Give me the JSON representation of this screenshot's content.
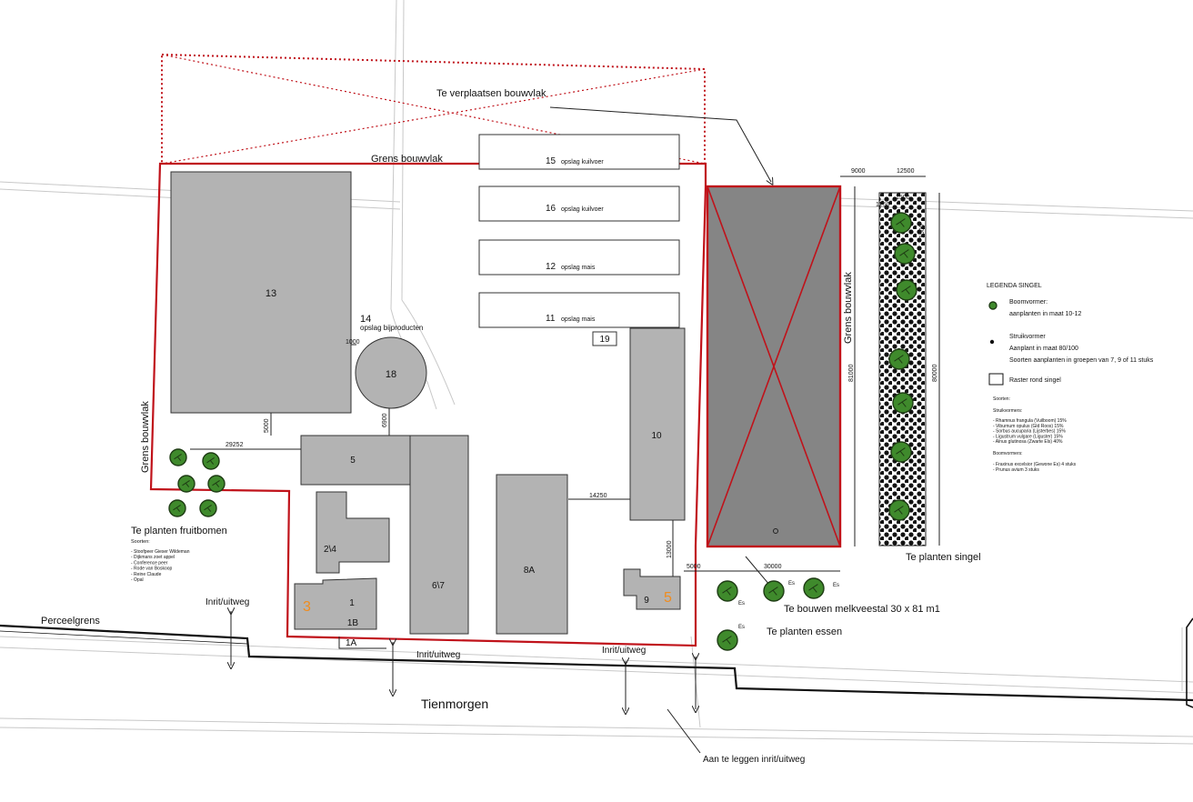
{
  "labels": {
    "move_area": "Te verplaatsen bouwvlak",
    "border_top": "Grens bouwvlak",
    "border_left": "Grens bouwvlak",
    "border_right": "Grens bouwvlak",
    "perceelgrens": "Perceelgrens",
    "street": "Tienmorgen",
    "drive_1": "Inrit/uitweg",
    "drive_2": "Inrit/uitweg",
    "drive_3": "Inrit/uitweg",
    "new_drive": "Aan te leggen inrit/uitweg",
    "new_barn": "Te bouwen melkveestal 30 x 81 m1",
    "essen": "Te planten essen",
    "singel": "Te planten singel",
    "fruit_title": "Te planten fruitbomen"
  },
  "buildings": {
    "b13": "13",
    "b14": "14",
    "b14_sub": "opslag bijproducten",
    "b18": "18",
    "b5": "5",
    "b10": "10",
    "b2_4": "2\\4",
    "b6_7": "6\\7",
    "b8a": "8A",
    "b1": "1",
    "b1b": "1B",
    "b1a": "1A",
    "b9": "9",
    "b19": "19",
    "num3": "3",
    "num5": "5",
    "s15": "15",
    "s15_sub": "opslag kuilvoer",
    "s16": "16",
    "s16_sub": "opslag kuilvoer",
    "s12": "12",
    "s12_sub": "opslag mais",
    "s11": "11",
    "s11_sub": "opslag mais"
  },
  "dimensions": {
    "d1000": "1000",
    "d5000": "5000",
    "d6900": "6900",
    "d29252": "29252",
    "d14250": "14250",
    "d13000": "13000",
    "d5000b": "5000",
    "d30000": "30000",
    "d81000": "81000",
    "d9000": "9000",
    "d12500": "12500",
    "d1500a": "1500",
    "d1250": "1250",
    "d1500b": "1500",
    "d80000": "80000"
  },
  "tree_codes": {
    "es1": "Es",
    "es2": "Es",
    "es3": "Es",
    "es4": "Es"
  },
  "fruit_list": {
    "heading": "Soorten:",
    "items": [
      "- Stoofpeer Gieser Wildeman",
      "- Dijkmans zoet appel",
      "- Conference peer",
      "- Rode van Boskoop",
      "- Reine Claude",
      "- Opal"
    ]
  },
  "legend": {
    "title": "LEGENDA SINGEL",
    "boom_title": "Boomvormer:",
    "boom_desc": "aanplanten in maat 10-12",
    "struik_title": "Struikvormer",
    "struik_desc1": "Aanplant in maat 80/100",
    "struik_desc2": "Soorten aanplanten in groepen van 7, 9 of 11 stuks",
    "raster": "Raster rond singel",
    "soorten": "Soorten:",
    "struik_heading": "Struikvormers:",
    "struik_items": [
      "- Rhamnus frangula (Vuilboom) 15%",
      "- Viburnum opulus (Gld Roos) 15%",
      "- Sorbus aucuparia (Lijsterbes) 15%",
      "- Ligustrum vulgare (Liguster) 15%",
      "- Alnus glutinosa (Zwarte Els) 40%"
    ],
    "boom_heading": "Boomvormers:",
    "boom_items": [
      "- Fraxinus excelsior (Gewone Es) 4 stuks",
      "- Prunus avium 3 stuks"
    ]
  },
  "colors": {
    "border_red": "#c0121a",
    "building_gray": "#b3b3b3",
    "barn_gray": "#858585",
    "tree_green": "#3f8a2c",
    "accent_orange": "#f08c1e"
  }
}
